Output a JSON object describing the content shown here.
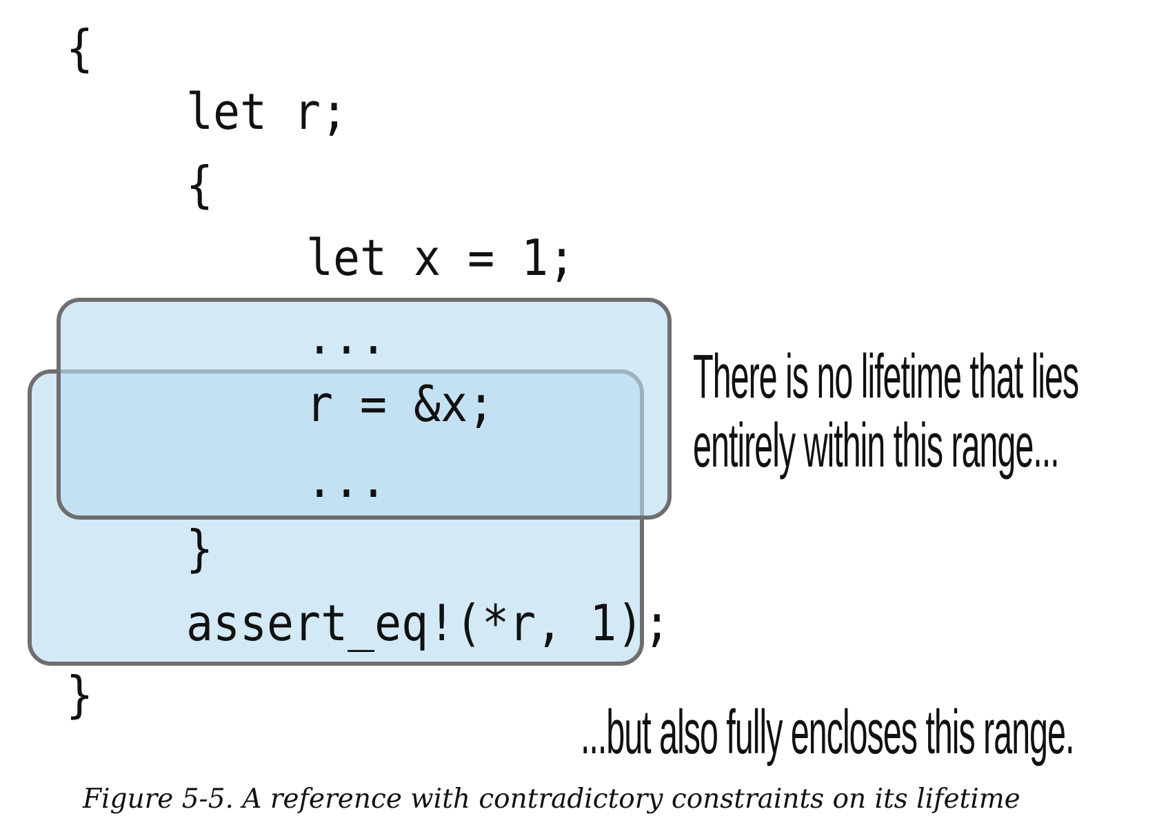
{
  "code": {
    "lines": [
      "{",
      "let r;",
      "{",
      "let x = 1;",
      "...",
      "r = &x;",
      "...",
      "}",
      "assert_eq!(*r, 1);",
      "}"
    ]
  },
  "annotations": {
    "inner_range_line1": "There is no lifetime that lies",
    "inner_range_line2": "entirely within this range...",
    "outer_range": "...but also fully encloses this range."
  },
  "caption": "Figure 5-5. A reference with contradictory constraints on its lifetime",
  "colors": {
    "range_fill": "#b9dcf0",
    "range_border": "#6e6e6e",
    "text": "#111111"
  }
}
